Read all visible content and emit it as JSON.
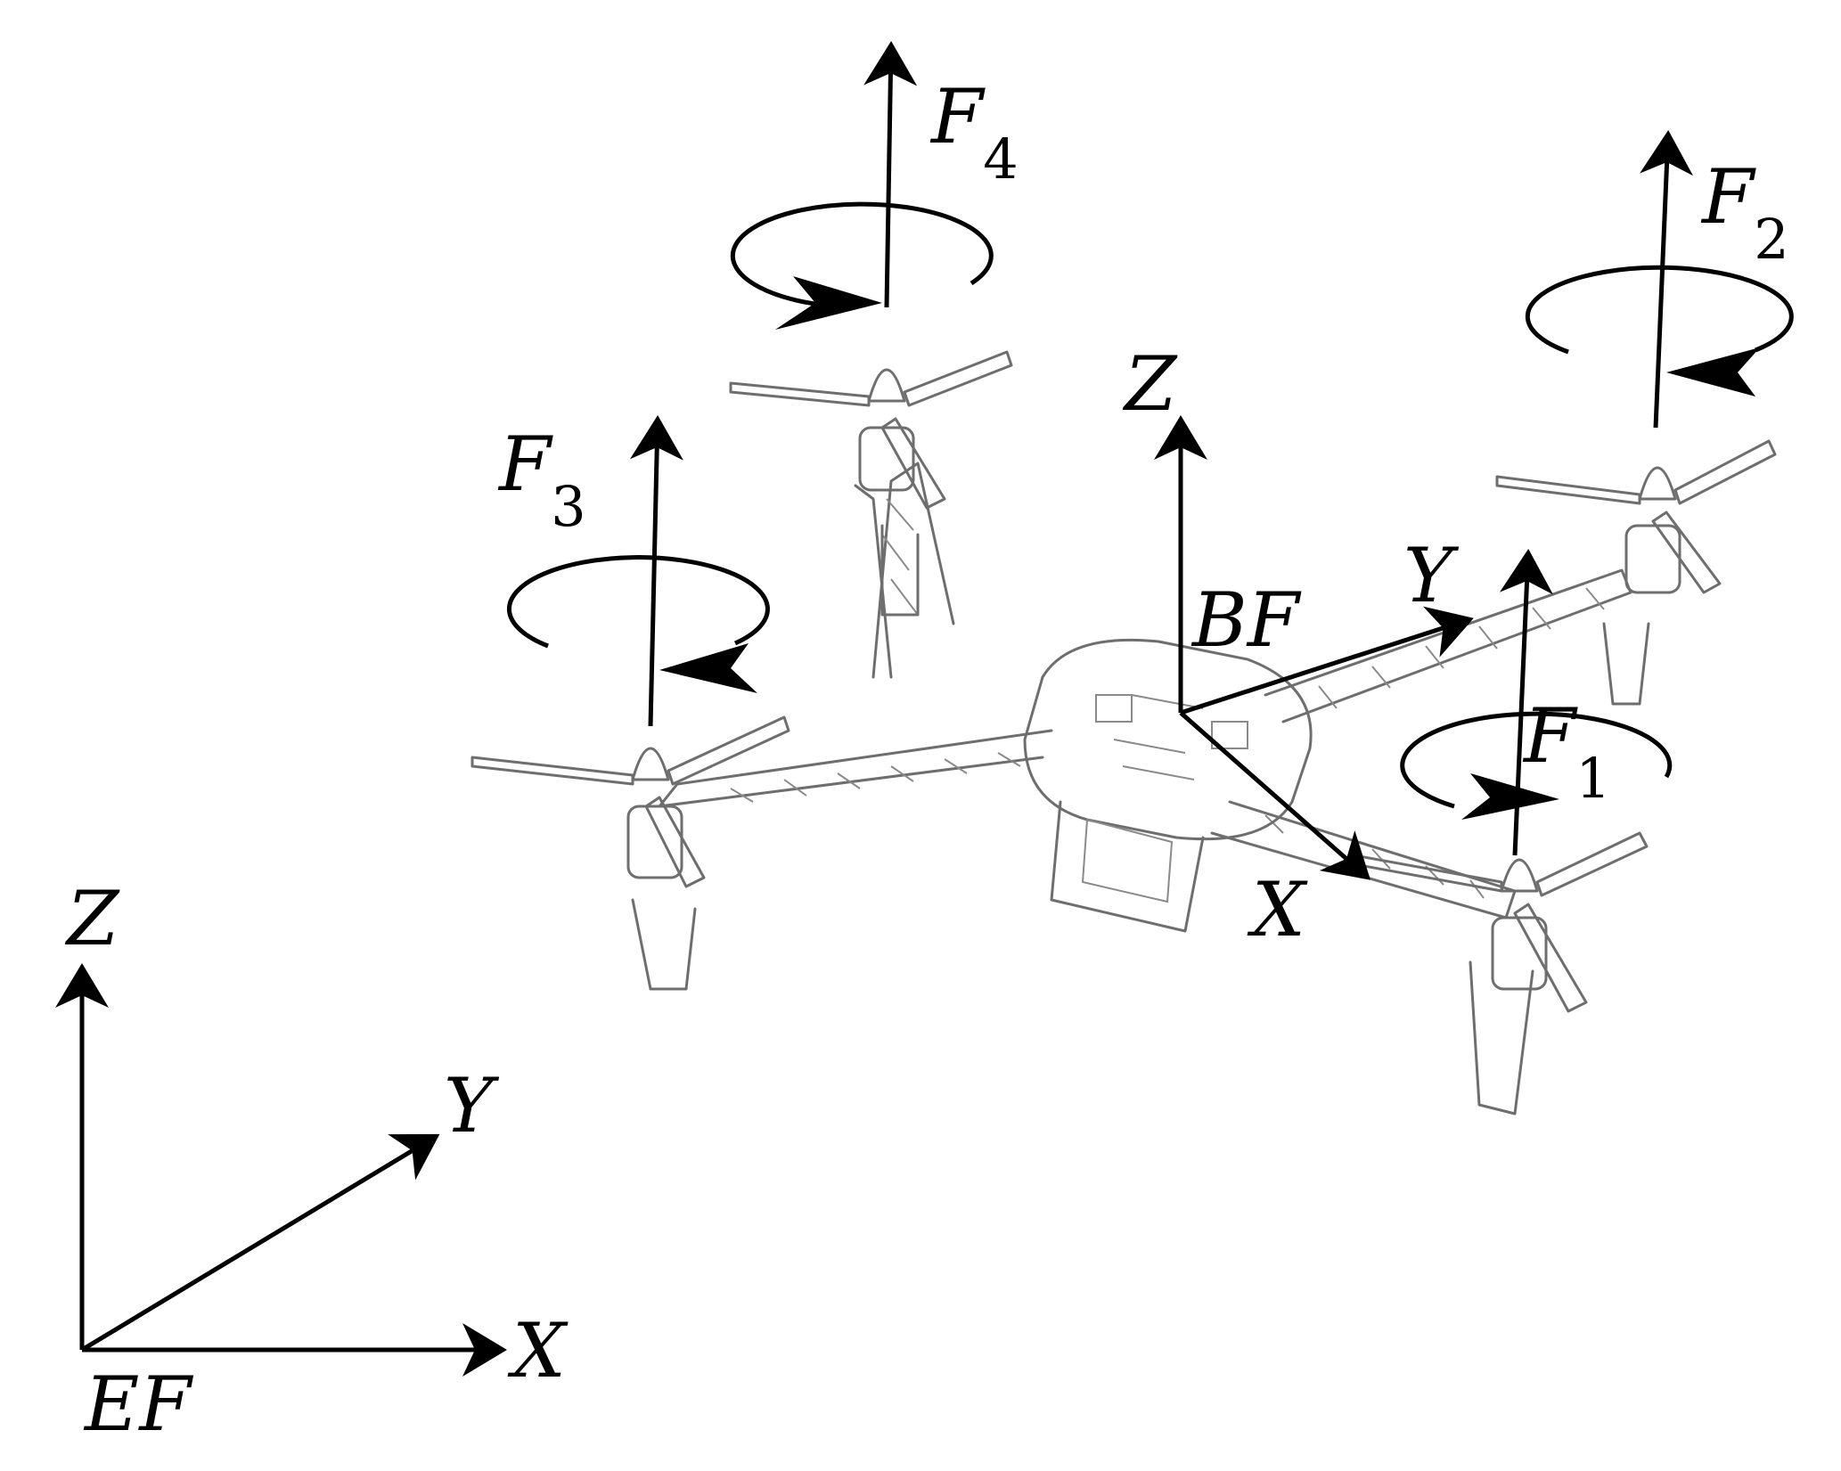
{
  "diagram": {
    "earth_frame": {
      "origin_label": "EF",
      "x_label": "X",
      "y_label": "Y",
      "z_label": "Z"
    },
    "body_frame": {
      "origin_label": "BF",
      "x_label": "X",
      "y_label": "Y",
      "z_label": "Z"
    },
    "thrusts": [
      {
        "symbol": "F",
        "index": "1",
        "rotation": "counter-clockwise"
      },
      {
        "symbol": "F",
        "index": "2",
        "rotation": "clockwise"
      },
      {
        "symbol": "F",
        "index": "3",
        "rotation": "clockwise"
      },
      {
        "symbol": "F",
        "index": "4",
        "rotation": "counter-clockwise"
      }
    ],
    "colors": {
      "ink": "#000000",
      "frame": "#6e6e6e",
      "background": "#ffffff"
    }
  }
}
